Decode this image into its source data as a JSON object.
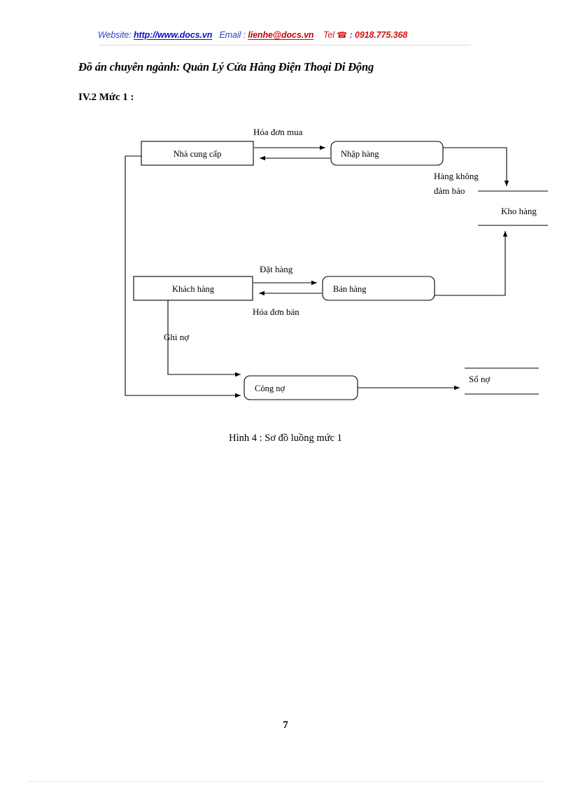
{
  "header": {
    "website_label": "Website:",
    "website_url": "http://www.docs.vn",
    "email_label": "Email :",
    "email_value": "lienhe@docs.vn",
    "tel_label": "Tel",
    "tel_icon": "telephone-icon",
    "tel_icon_glyph": "☎",
    "tel_separator": ":",
    "tel_value": "0918.775.368",
    "colors": {
      "blue": "#0e0ec8",
      "red": "#cf0000"
    }
  },
  "document": {
    "title": "Đồ án chuyên ngành: Quản Lý Cửa Hàng Điện Thoại Di Động",
    "section_heading": "IV.2 Mức 1 :",
    "caption": "Hình 4 : Sơ đồ luồng mức 1",
    "page_number": "7"
  },
  "diagram": {
    "type": "data-flow-diagram",
    "entities": [
      {
        "id": "nha-cung-cap",
        "label": "Nhà cung cấp",
        "shape": "rectangle"
      },
      {
        "id": "khach-hang",
        "label": "Khách hàng",
        "shape": "rectangle"
      }
    ],
    "processes": [
      {
        "id": "nhap-hang",
        "label": "Nhập hàng",
        "shape": "rounded-rectangle"
      },
      {
        "id": "ban-hang",
        "label": "Bán  hàng",
        "shape": "rounded-rectangle"
      },
      {
        "id": "cong-no",
        "label": "Công nợ",
        "shape": "rounded-rectangle"
      }
    ],
    "datastores": [
      {
        "id": "kho-hang",
        "label": "Kho hàng",
        "shape": "open-rectangle"
      },
      {
        "id": "so-no",
        "label": "Sổ nợ",
        "shape": "open-rectangle"
      }
    ],
    "flows": [
      {
        "id": "hoa-don-mua",
        "label": "Hóa đơn mua",
        "from": "nha-cung-cap",
        "to": "nhap-hang",
        "direction": "bidirectional"
      },
      {
        "id": "hang-khong-dam-bao",
        "label": "Hàng  không",
        "label2": "đảm bảo",
        "from": "nhap-hang",
        "to": "kho-hang",
        "direction": "forward"
      },
      {
        "id": "dat-hang",
        "label": "Đặt hàng",
        "from": "khach-hang",
        "to": "ban-hang",
        "direction": "forward"
      },
      {
        "id": "hoa-don-ban",
        "label": "Hóa đơn bán",
        "from": "ban-hang",
        "to": "khach-hang",
        "direction": "forward"
      },
      {
        "id": "ban-hang-kho",
        "label": "",
        "from": "ban-hang",
        "to": "kho-hang",
        "direction": "forward"
      },
      {
        "id": "ghi-no",
        "label": "Ghi nợ",
        "from": "khach-hang",
        "to": "cong-no",
        "direction": "forward"
      },
      {
        "id": "ncc-cong-no",
        "label": "",
        "from": "nha-cung-cap",
        "to": "cong-no",
        "direction": "forward"
      },
      {
        "id": "cong-no-so-no",
        "label": "",
        "from": "cong-no",
        "to": "so-no",
        "direction": "forward"
      }
    ]
  }
}
